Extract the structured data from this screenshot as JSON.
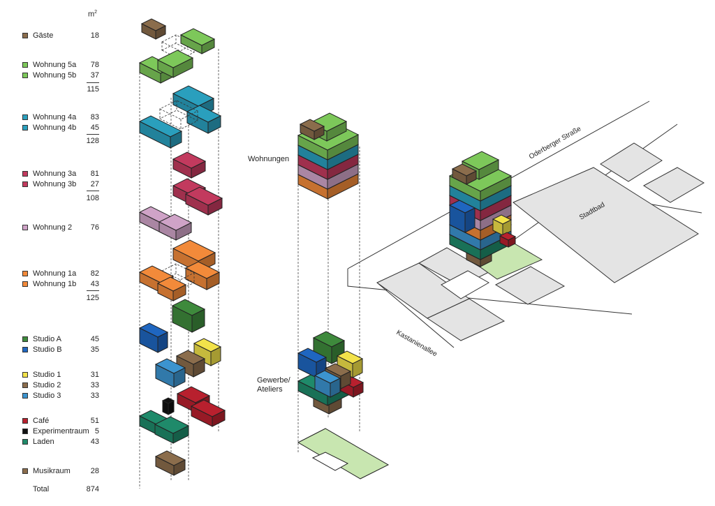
{
  "legend": {
    "unit": "m",
    "unit_sup": "2",
    "rows": [
      {
        "name": "Gäste",
        "value": "18",
        "color": "#8b6d4c"
      },
      {
        "name": "Wohnung 5a",
        "value": "78",
        "color": "#7dc85a"
      },
      {
        "name": "Wohnung 5b",
        "value": "37",
        "color": "#7dc85a"
      },
      {
        "name": "Wohnung 4a",
        "value": "83",
        "color": "#2a9fbd"
      },
      {
        "name": "Wohnung 4b",
        "value": "45",
        "color": "#2a9fbd"
      },
      {
        "name": "Wohnung 3a",
        "value": "81",
        "color": "#c23a5e"
      },
      {
        "name": "Wohnung 3b",
        "value": "27",
        "color": "#c23a5e"
      },
      {
        "name": "Wohnung 2",
        "value": "76",
        "color": "#cfa3c7"
      },
      {
        "name": "Wohnung 1a",
        "value": "82",
        "color": "#f28a3a"
      },
      {
        "name": "Wohnung 1b",
        "value": "43",
        "color": "#f28a3a"
      },
      {
        "name": "Studio A",
        "value": "45",
        "color": "#3e8a3c"
      },
      {
        "name": "Studio B",
        "value": "35",
        "color": "#1f66c0"
      },
      {
        "name": "Studio 1",
        "value": "31",
        "color": "#f2e24a"
      },
      {
        "name": "Studio 2",
        "value": "33",
        "color": "#8b6d4c"
      },
      {
        "name": "Studio 3",
        "value": "33",
        "color": "#3c94cf"
      },
      {
        "name": "Café",
        "value": "51",
        "color": "#b8202e"
      },
      {
        "name": "Experimentraum",
        "value": "5",
        "color": "#111111"
      },
      {
        "name": "Laden",
        "value": "43",
        "color": "#1f8a6a"
      },
      {
        "name": "Musikraum",
        "value": "28",
        "color": "#8b6d4c"
      },
      {
        "name": "Total",
        "value": "874",
        "color": ""
      }
    ],
    "subtotals": [
      "115",
      "128",
      "108",
      "125"
    ]
  },
  "labels": {
    "wohnungen": "Wohnungen",
    "gewerbe_line1": "Gewerbe/",
    "gewerbe_line2": "Ateliers",
    "oderberger": "Oderberger Straße",
    "kastanienallee": "Kastanienallee",
    "stadtbad": "Stadtbad"
  }
}
